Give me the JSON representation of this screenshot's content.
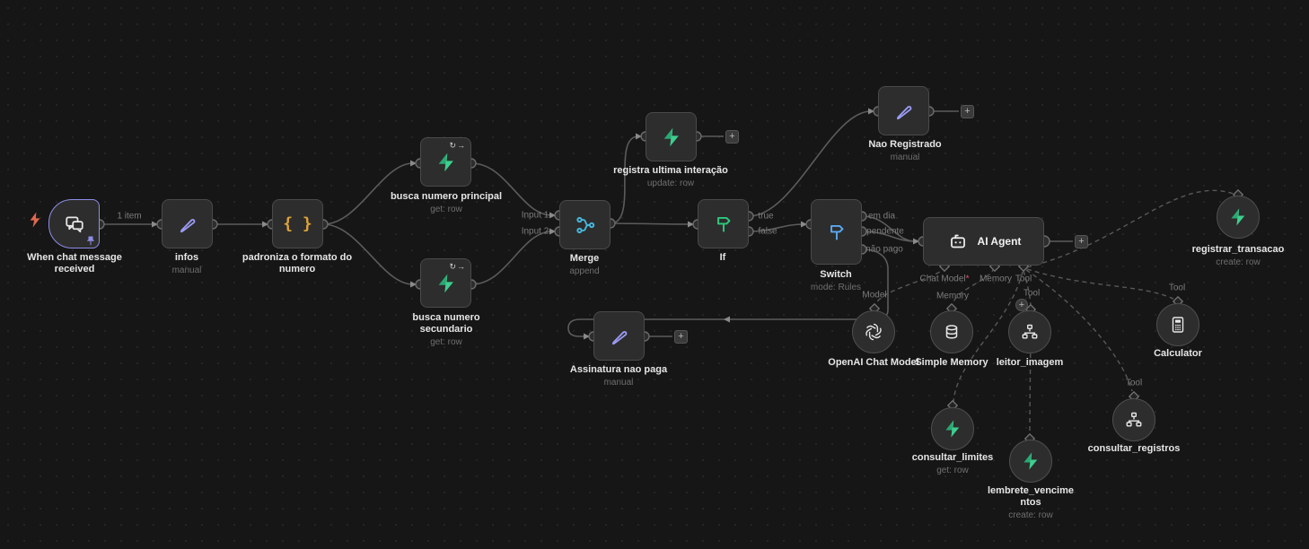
{
  "app": {
    "name": "n8n workflow canvas"
  },
  "colors": {
    "background": "#161616",
    "node_fill": "#2d2d2d",
    "node_border": "#4a4a4a",
    "trigger_border": "#8d8de8",
    "wire_gray": "#5c5c5c",
    "supabase_green": "#3ecf8e",
    "edit_purple": "#9b9bf5",
    "code_orange": "#dfa339",
    "merge_blue": "#45b8dc",
    "if_green": "#2dc97c",
    "switch_blue": "#5aa7f0",
    "required_red": "#e4556b",
    "bolt_coral": "#e0674f"
  },
  "nodes": {
    "trigger": {
      "label": "When chat message received"
    },
    "infos": {
      "label": "infos",
      "sublabel": "manual"
    },
    "padroniza": {
      "label": "padroniza o formato do numero"
    },
    "busca_principal": {
      "label": "busca numero principal",
      "sublabel": "get: row"
    },
    "busca_secundario": {
      "label": "busca numero secundario",
      "sublabel": "get: row"
    },
    "merge": {
      "label": "Merge",
      "sublabel": "append"
    },
    "registra": {
      "label": "registra ultima interação",
      "sublabel": "update: row"
    },
    "if_node": {
      "label": "If"
    },
    "nao_registrado": {
      "label": "Nao Registrado",
      "sublabel": "manual"
    },
    "switch_node": {
      "label": "Switch",
      "sublabel": "mode: Rules"
    },
    "ai_agent": {
      "label": "AI Agent"
    },
    "assinatura": {
      "label": "Assinatura nao paga",
      "sublabel": "manual"
    },
    "openai": {
      "label": "OpenAI Chat Model"
    },
    "simple_memory": {
      "label": "Simple Memory"
    },
    "leitor_imagem": {
      "label": "leitor_imagem"
    },
    "calculator": {
      "label": "Calculator"
    },
    "registrar_transacao": {
      "label": "registrar_transacao",
      "sublabel": "create: row"
    },
    "consultar_registros": {
      "label": "consultar_registros"
    },
    "consultar_limites": {
      "label": "consultar_limites",
      "sublabel": "get: row"
    },
    "lembrete_vencimentos": {
      "label": "lembrete_vencimentos",
      "sublabel": "create: row"
    }
  },
  "edge_labels": {
    "one_item": "1 item",
    "input1": "Input 1",
    "input2": "Input 2",
    "if_true": "true",
    "if_false": "false",
    "em_dia": "em dia",
    "pendente": "pendente",
    "nao_pago": "não pago"
  },
  "port_labels": {
    "chat_model": "Chat Model",
    "required": "*",
    "memory": "Memory",
    "tool": "Tool",
    "model": "Model"
  },
  "controls": {
    "add": "+"
  },
  "node_badges": {
    "retry": "↻",
    "execute_once": "→"
  },
  "icons": {
    "trigger": "chat-bubbles-icon",
    "infos": "pencil-icon",
    "padroniza": "code-braces-icon",
    "supabase_nodes": "supabase-bolt-icon",
    "merge": "merge-icon",
    "if_node": "signpost-green-icon",
    "switch_node": "signpost-blue-icon",
    "ai_agent": "robot-icon",
    "openai": "openai-logo-icon",
    "simple_memory": "database-icon",
    "leitor_imagem": "sitemap-icon",
    "calculator": "calculator-icon",
    "canvas_bolt": "lightning-bolt-icon",
    "trigger_pin": "pin-icon"
  }
}
